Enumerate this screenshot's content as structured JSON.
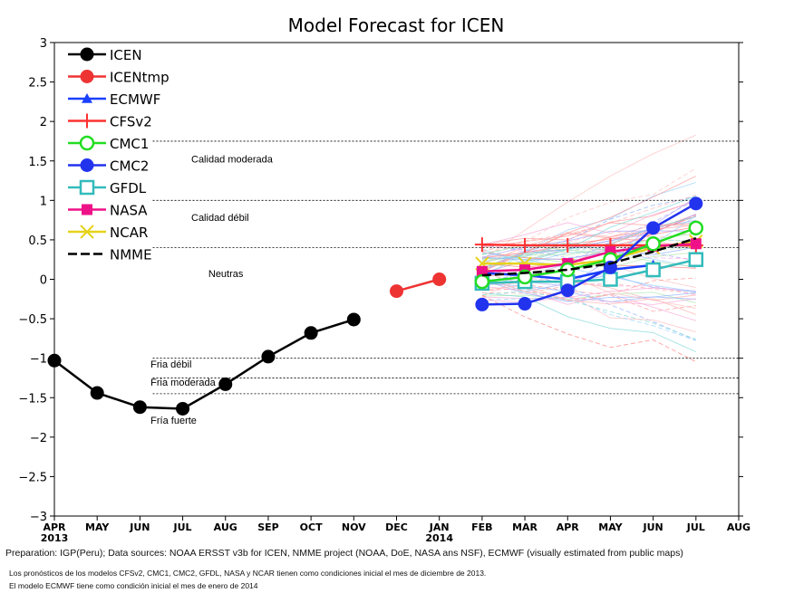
{
  "chart_data": {
    "type": "line",
    "title": "Model Forecast for ICEN",
    "x_tick_labels": [
      "APR",
      "MAY",
      "JUN",
      "JUL",
      "AUG",
      "SEP",
      "OCT",
      "NOV",
      "DEC",
      "JAN",
      "FEB",
      "MAR",
      "APR",
      "MAY",
      "JUN",
      "JUL",
      "AUG"
    ],
    "year_labels": [
      {
        "index": 0,
        "text": "2013"
      },
      {
        "index": 9,
        "text": "2014"
      }
    ],
    "xlim": [
      0,
      16
    ],
    "ylim": [
      -3,
      3
    ],
    "y_ticks": [
      -3,
      -2.5,
      -2,
      -1.5,
      -1,
      -0.5,
      0,
      0.5,
      1,
      1.5,
      2,
      2.5,
      3
    ],
    "y_tick_labels": [
      "−3",
      "−2.5",
      "−2",
      "−1.5",
      "−1",
      "−0.5",
      "0",
      "0.5",
      "1",
      "1.5",
      "2",
      "2.5",
      "3"
    ],
    "thresholds": [
      {
        "y": 1.75,
        "label": ""
      },
      {
        "y": 1.0,
        "label": "Calidad moderada"
      },
      {
        "y": 0.4,
        "label": "Calidad débil"
      },
      {
        "y": -1.0,
        "label": "Fria débil"
      },
      {
        "y": -1.25,
        "label": "Fria moderada"
      },
      {
        "y": -1.45,
        "label": "Fría fuerte"
      }
    ],
    "zone_labels": [
      {
        "text": "Calidad moderada",
        "x": 3.2,
        "y": 1.48
      },
      {
        "text": "Calidad débil",
        "x": 3.2,
        "y": 0.74
      },
      {
        "text": "Neutras",
        "x": 3.6,
        "y": 0.03
      },
      {
        "text": "Fria débil",
        "x": 2.25,
        "y": -1.12
      },
      {
        "text": "Fria moderada",
        "x": 2.25,
        "y": -1.35
      },
      {
        "text": "Fría fuerte",
        "x": 2.25,
        "y": -1.83
      }
    ],
    "series": [
      {
        "name": "ICEN",
        "color": "#000000",
        "marker": "circle",
        "x": [
          0,
          1,
          2,
          3,
          4,
          5,
          6,
          7
        ],
        "y": [
          -1.03,
          -1.44,
          -1.62,
          -1.64,
          -1.33,
          -0.98,
          -0.68,
          -0.51
        ]
      },
      {
        "name": "ICENtmp",
        "color": "#ee3333",
        "marker": "circle",
        "x": [
          8,
          9
        ],
        "y": [
          -0.15,
          0.0
        ]
      },
      {
        "name": "ECMWF",
        "color": "#1a40ff",
        "marker": "triangle",
        "x": [
          10,
          11,
          12,
          13,
          14
        ],
        "y": [
          0.08,
          0.05,
          0.0,
          0.12,
          0.18
        ]
      },
      {
        "name": "CFSv2",
        "color": "#ff3030",
        "marker": "plus",
        "x": [
          10,
          11,
          12,
          13,
          14,
          15
        ],
        "y": [
          0.44,
          0.43,
          0.43,
          0.43,
          0.43,
          0.43
        ]
      },
      {
        "name": "CMC1",
        "color": "#22dd22",
        "marker": "open-circle",
        "x": [
          10,
          11,
          12,
          13,
          14,
          15
        ],
        "y": [
          -0.03,
          0.03,
          0.12,
          0.25,
          0.45,
          0.65
        ]
      },
      {
        "name": "CMC2",
        "color": "#2233ee",
        "marker": "circle",
        "x": [
          10,
          11,
          12,
          13,
          14,
          15
        ],
        "y": [
          -0.32,
          -0.31,
          -0.14,
          0.15,
          0.65,
          0.96
        ]
      },
      {
        "name": "GFDL",
        "color": "#33bbbb",
        "marker": "open-square",
        "x": [
          10,
          11,
          12,
          13,
          14,
          15
        ],
        "y": [
          -0.05,
          -0.03,
          -0.03,
          0.0,
          0.12,
          0.25
        ]
      },
      {
        "name": "NASA",
        "color": "#ee1188",
        "marker": "square",
        "x": [
          10,
          11,
          12,
          13,
          14,
          15
        ],
        "y": [
          0.1,
          0.12,
          0.2,
          0.35,
          0.42,
          0.45
        ]
      },
      {
        "name": "NCAR",
        "color": "#e6d21a",
        "marker": "x",
        "x": [
          10,
          11,
          12,
          13,
          14,
          15
        ],
        "y": [
          0.2,
          0.2,
          0.18,
          0.25,
          0.4,
          0.48
        ]
      },
      {
        "name": "NMME",
        "color": "#000000",
        "marker": "dash",
        "x": [
          10,
          11,
          12,
          13,
          14,
          15
        ],
        "y": [
          0.05,
          0.08,
          0.12,
          0.2,
          0.35,
          0.52
        ]
      }
    ],
    "legend_position": "top-left",
    "grid": false
  },
  "captions": {
    "line1": "Preparation: IGP(Peru); Data sources: NOAA ERSST v3b for ICEN, NMME project (NOAA, DoE, NASA ans NSF), ECMWF (visually estimated from public maps)",
    "line2": "Los pronósticos  de los modelos CFSv2,  CMC1, CMC2,  GFDL, NASA y NCAR tienen como  condiciones inicial  el mes de diciembre de 2013.",
    "line3": "El modelo  ECMWF tiene como condición inicial el mes  de enero de 2014"
  }
}
